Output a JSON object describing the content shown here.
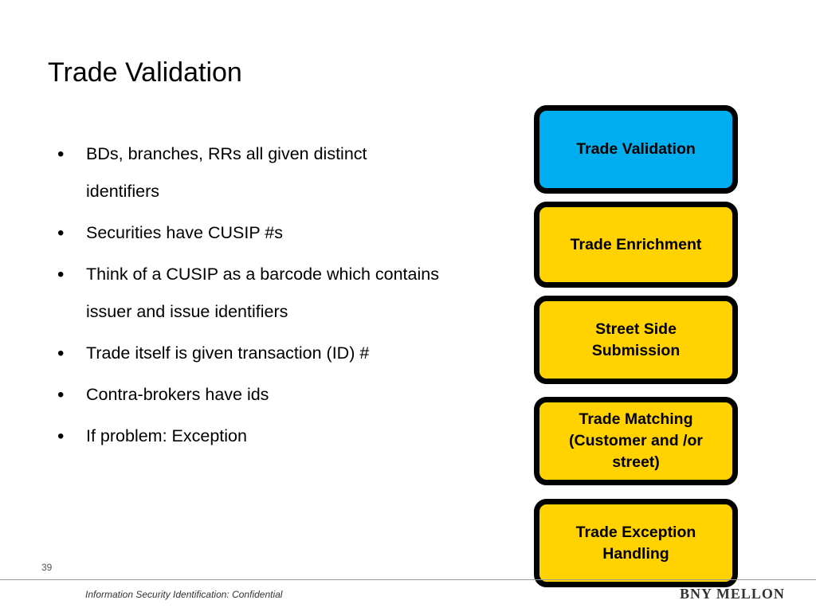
{
  "slide": {
    "title": "Trade Validation",
    "page_number": "39",
    "footer_text": "Information Security Identification: Confidential",
    "brand": "BNY MELLON"
  },
  "bullets": [
    "BDs,  branches, RRs all given distinct identifiers",
    "Securities have CUSIP #s",
    "Think of a CUSIP as a barcode which contains issuer and issue identifiers",
    "Trade itself is given transaction (ID) #",
    "Contra-brokers have ids",
    "If problem: Exception"
  ],
  "bullet_glyph": "•",
  "flow": {
    "steps": [
      {
        "label": "Trade Validation",
        "state": "active"
      },
      {
        "label": "Trade Enrichment",
        "state": "inactive"
      },
      {
        "label": "Street Side Submission",
        "state": "inactive"
      },
      {
        "label": "Trade Matching (Customer and /or street)",
        "state": "inactive"
      },
      {
        "label": "Trade Exception Handling",
        "state": "inactive"
      }
    ]
  },
  "colors": {
    "active_step": "#00aeef",
    "inactive_step": "#ffd200",
    "step_border": "#000000"
  }
}
